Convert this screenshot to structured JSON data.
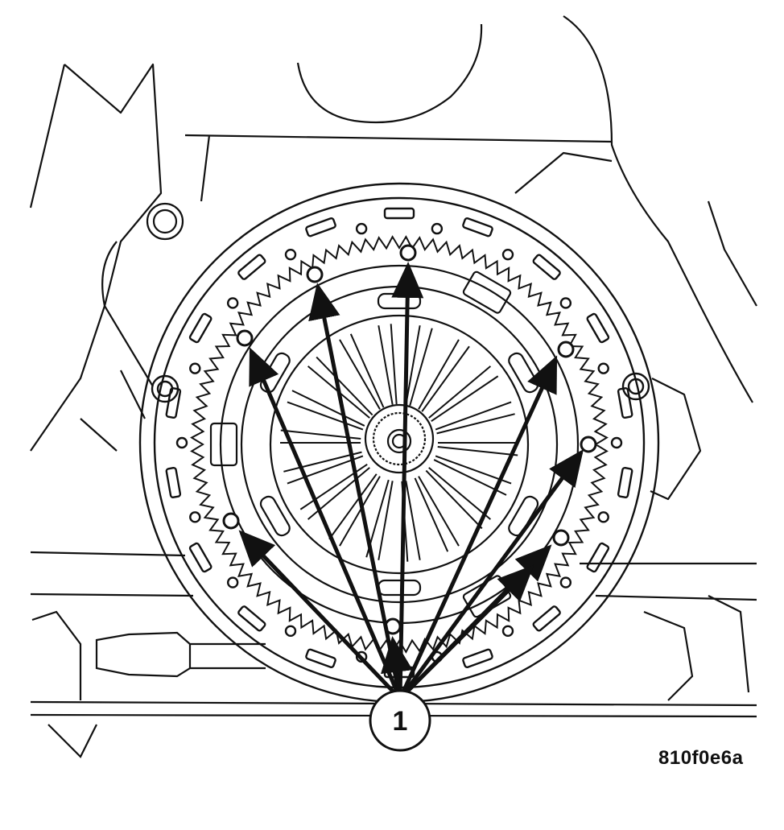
{
  "figure": {
    "id_label": "810f0e6a",
    "callout_number": "1",
    "bolt_count": 9,
    "ring_gear_teeth": 96,
    "clutch_fingers": 18
  },
  "colors": {
    "line": "#111111",
    "background": "#ffffff"
  }
}
